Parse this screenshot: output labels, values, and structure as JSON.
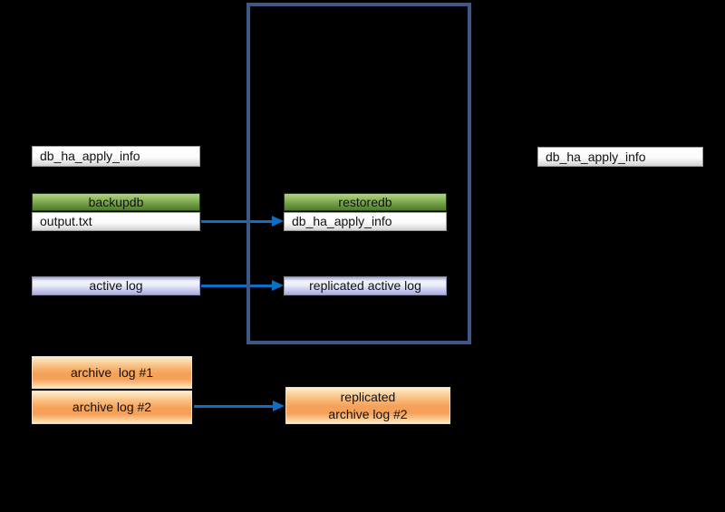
{
  "diagram": {
    "description": "database backup/restore replication diagram",
    "boxes": {
      "master_apply_info": {
        "label": "db_ha_apply_info"
      },
      "backupdb": {
        "label": "backupdb"
      },
      "output_txt": {
        "label": "output.txt"
      },
      "restoredb": {
        "label": "restoredb"
      },
      "slave_apply_info": {
        "label": "db_ha_apply_info"
      },
      "active_log": {
        "label": "active log"
      },
      "replicated_active_log": {
        "label": "replicated active log"
      },
      "archive_log_1": {
        "label": "archive  log #1"
      },
      "archive_log_2": {
        "label": "archive log #2"
      },
      "replicated_archive_log_2": {
        "label": "replicated\narchive log #2"
      },
      "remote_apply_info": {
        "label": "db_ha_apply_info"
      }
    },
    "arrows": [
      {
        "name": "output-to-apply-info",
        "from": "output.txt",
        "to": "db_ha_apply_info"
      },
      {
        "name": "active-log-to-replicated",
        "from": "active log",
        "to": "replicated active log"
      },
      {
        "name": "archive2-to-replicated",
        "from": "archive log #2",
        "to": "replicated\narchive log #2"
      }
    ],
    "colors": {
      "background": "#000000",
      "container_border": "#3a5a85",
      "arrow": "#0d6fc4",
      "white_box": "#ffffff",
      "green_box": "#699540",
      "lavender_box": "#a6aade",
      "orange_box": "#f5a159",
      "text": "#111111"
    }
  }
}
